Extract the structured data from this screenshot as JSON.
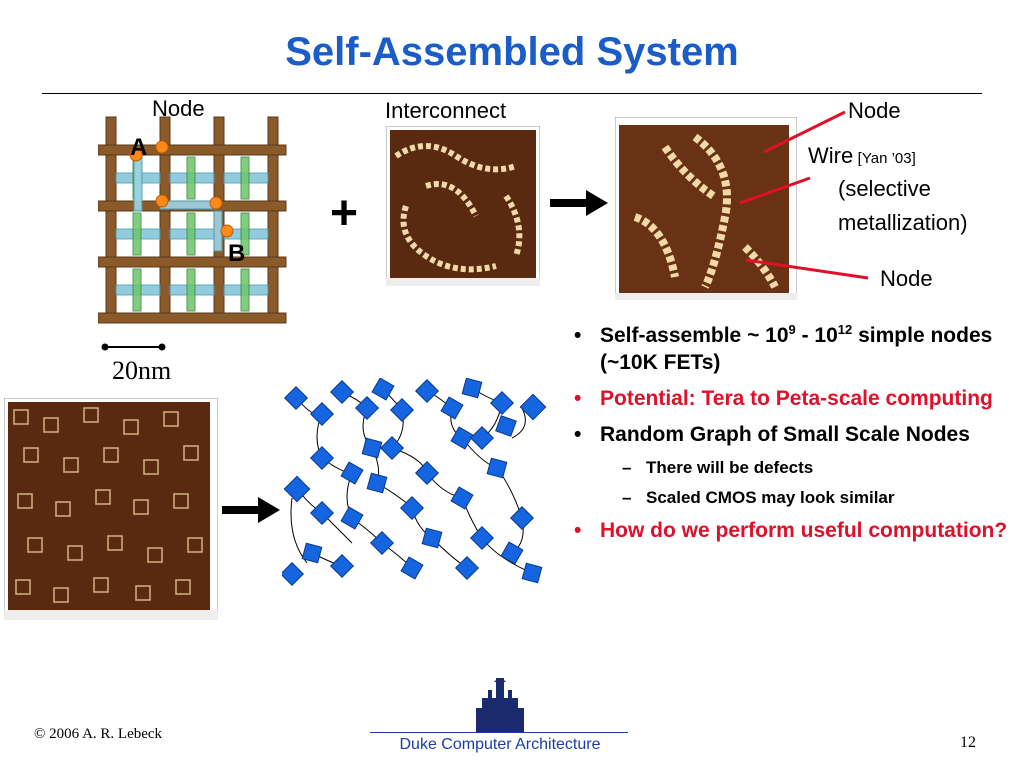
{
  "slide": {
    "title": "Self-Assembled System",
    "labels": {
      "node_top": "Node",
      "interconnect": "Interconnect",
      "node_right_top": "Node",
      "wire": "Wire",
      "wire_ref": "[Yan ’03]",
      "selective": "(selective",
      "metallization": "metallization)",
      "node_right_bottom": "Node",
      "point_a": "A",
      "point_b": "B",
      "scale": "20nm",
      "plus": "+"
    },
    "bullets": [
      {
        "pre": "Self-assemble ~ 10",
        "sup1": "9",
        "mid": " - 10",
        "sup2": "12",
        "post": " simple nodes (~10K FETs)",
        "color": "#000000"
      },
      {
        "text": "Potential: Tera to Peta-scale computing",
        "color": "#e0102a"
      },
      {
        "text": "Random Graph of Small Scale Nodes",
        "color": "#000000"
      },
      {
        "text": "How do we perform useful computation?",
        "color": "#e0102a"
      }
    ],
    "sub_bullets": [
      "There will be defects",
      "Scaled CMOS may look similar"
    ],
    "bullet_symbol": "•",
    "dash_symbol": "–"
  },
  "footer": {
    "copyright": "© 2006 A. R. Lebeck",
    "org": "Duke Computer Architecture",
    "page": "12"
  },
  "colors": {
    "title": "#1a5cc8",
    "red": "#e0102a",
    "node_blue": "#1565e0",
    "wood": "#8b5a2b",
    "afm_bg": "#5a2a10"
  }
}
